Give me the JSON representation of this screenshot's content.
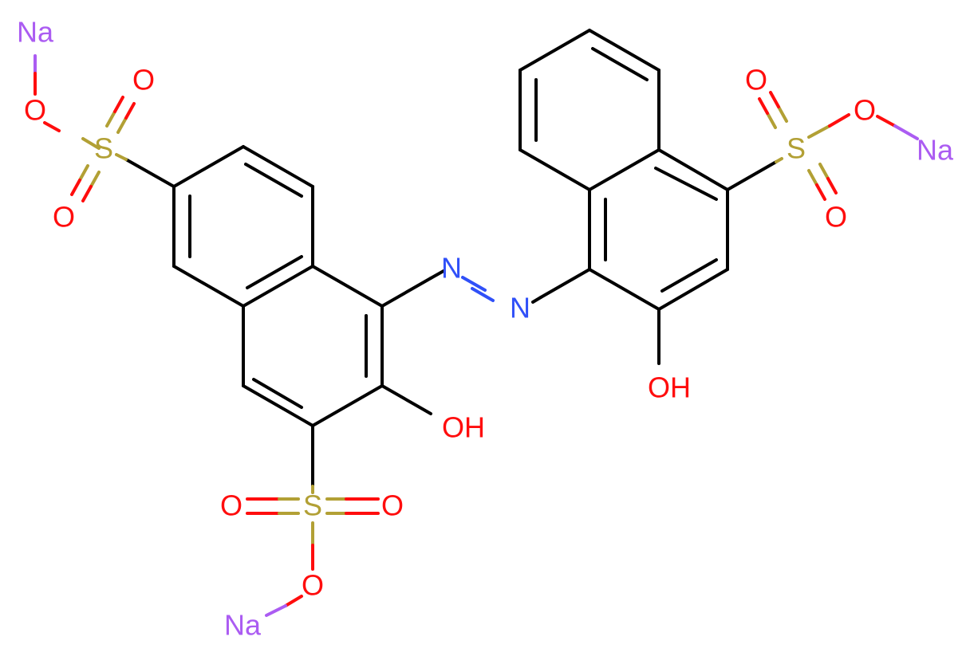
{
  "atom_labels": {
    "na_top_left": "Na",
    "o_link_top_left": "O",
    "s_top_left": "S",
    "o_top_left_upper": "O",
    "o_top_left_lower": "O",
    "n_azo_left": "N",
    "n_azo_right": "N",
    "oh_left": "OH",
    "s_bottom": "S",
    "o_bottom_left": "O",
    "o_bottom_right": "O",
    "o_link_bottom": "O",
    "na_bottom": "Na",
    "oh_right": "OH",
    "s_right": "S",
    "o_right_upper": "O",
    "o_right_lower": "O",
    "o_link_right": "O",
    "na_right": "Na"
  },
  "colors": {
    "bond": "#000000",
    "oxygen": "#ff0d0d",
    "nitrogen": "#3050f8",
    "sulfur": "#b2a035",
    "sodium": "#ab5cf2"
  }
}
